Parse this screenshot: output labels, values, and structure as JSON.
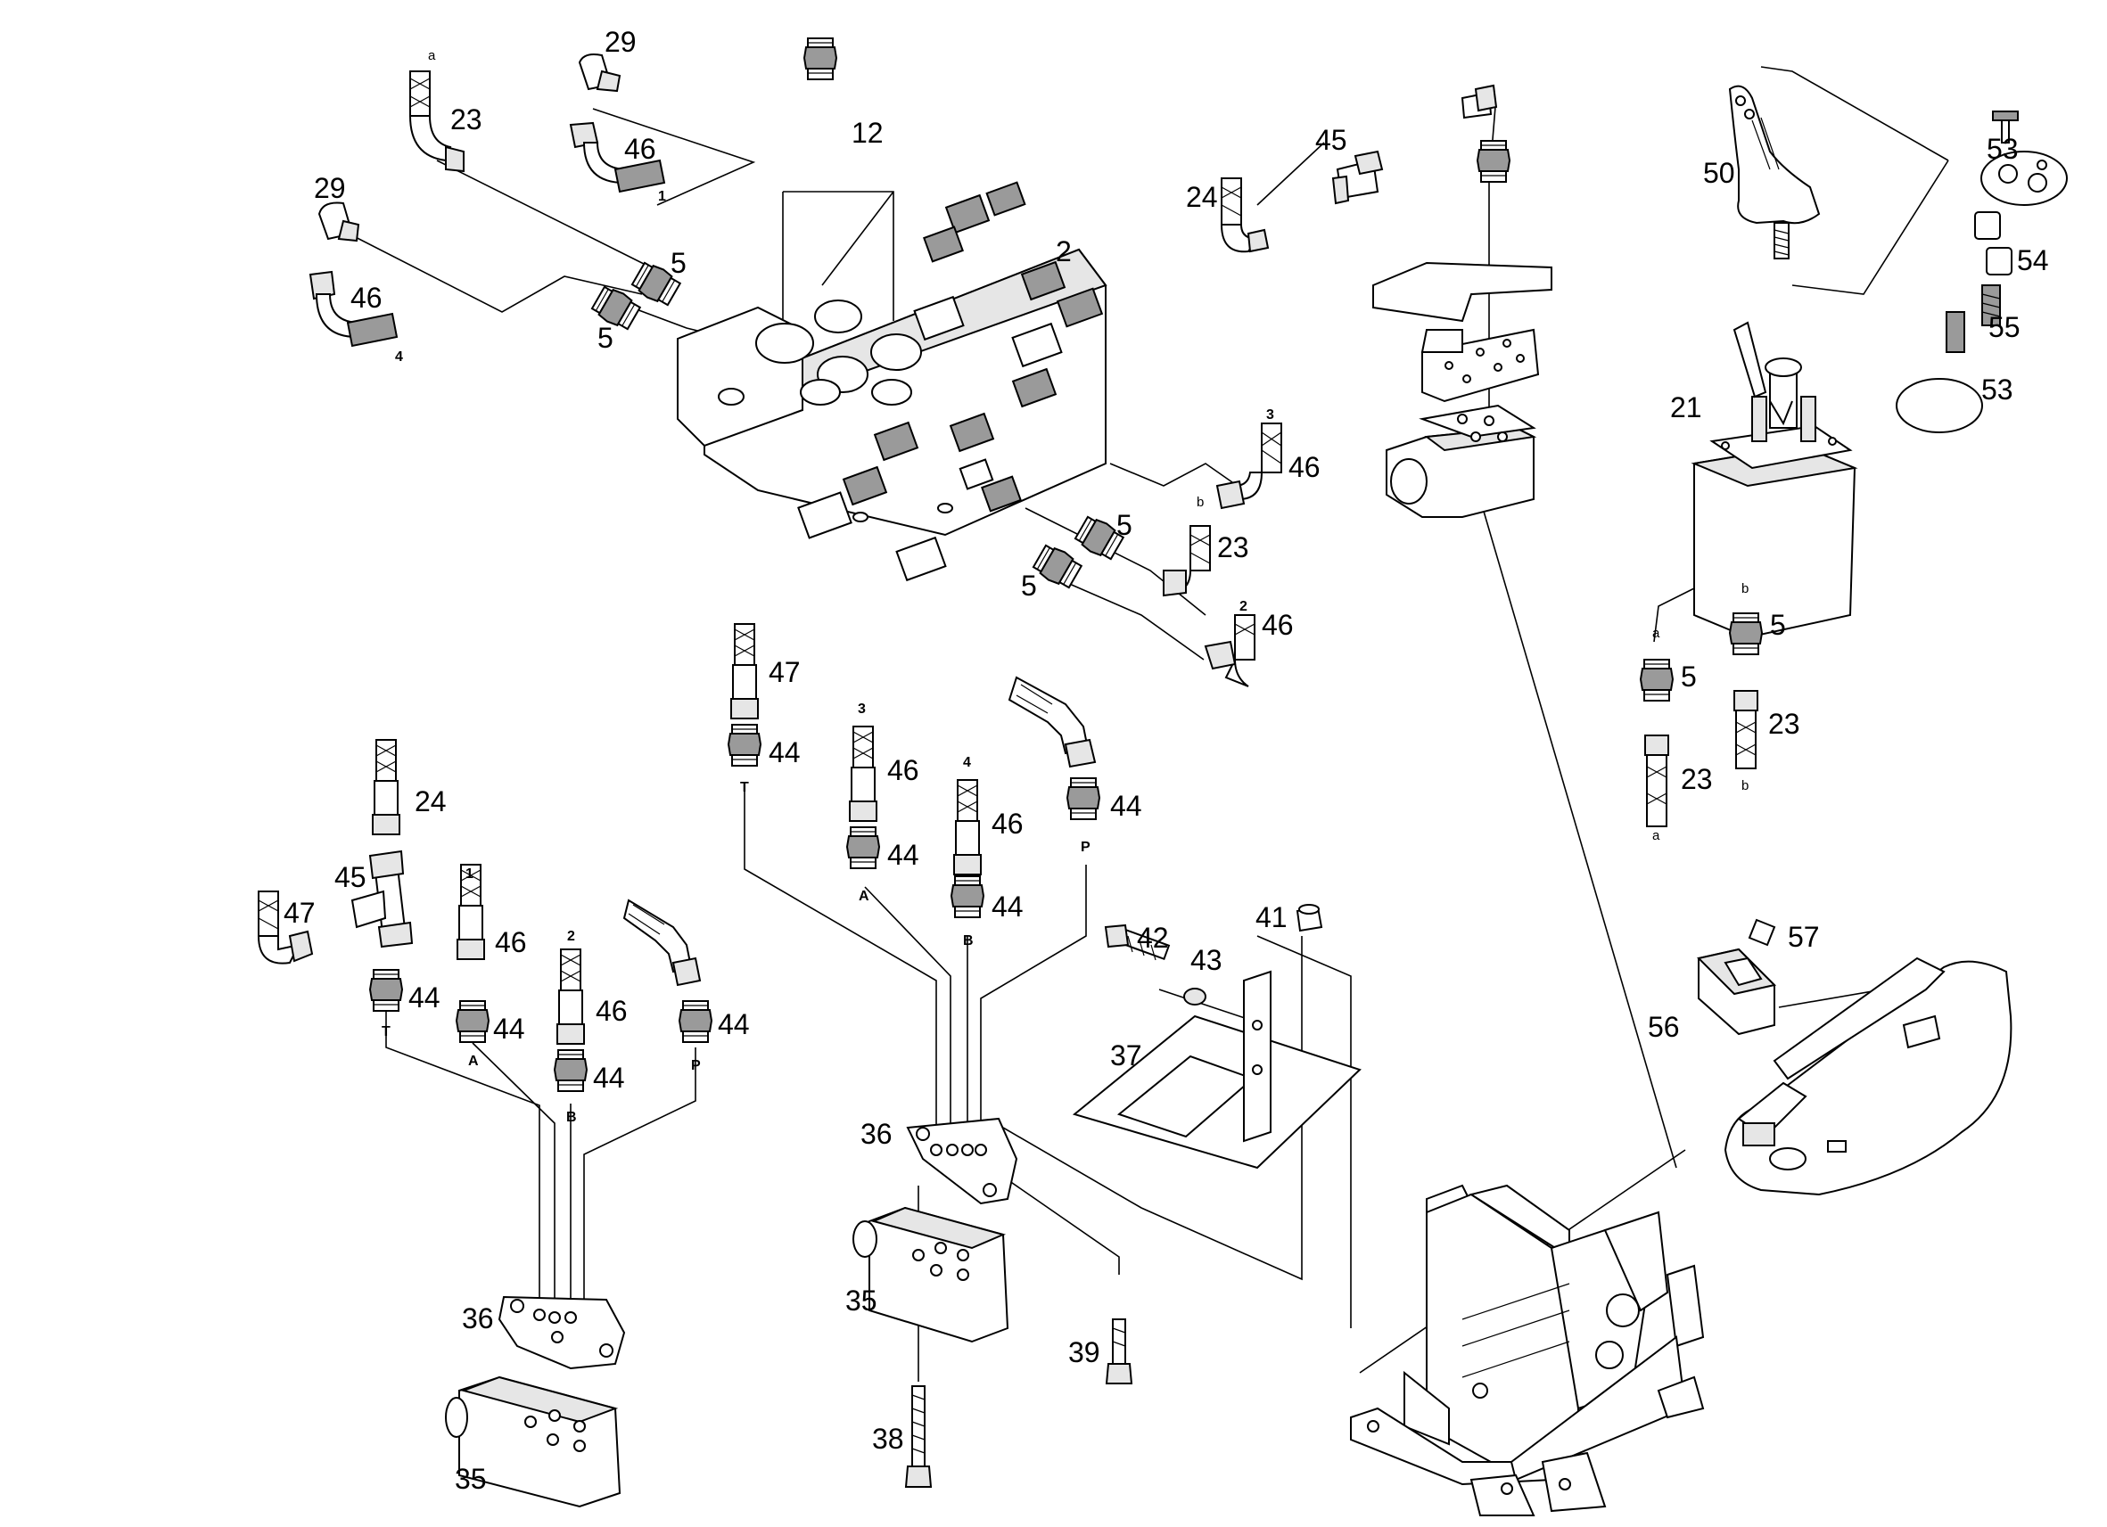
{
  "diagram": {
    "callouts": [
      {
        "id": "c1",
        "text": "29"
      },
      {
        "id": "c2",
        "text": "23"
      },
      {
        "id": "c3",
        "text": "12"
      },
      {
        "id": "c4",
        "text": "46"
      },
      {
        "id": "c5",
        "text": "29"
      },
      {
        "id": "c6",
        "text": "5"
      },
      {
        "id": "c7",
        "text": "46"
      },
      {
        "id": "c8",
        "text": "5"
      },
      {
        "id": "c9",
        "text": "2"
      },
      {
        "id": "c10",
        "text": "45"
      },
      {
        "id": "c11",
        "text": "24"
      },
      {
        "id": "c12",
        "text": "46"
      },
      {
        "id": "c13",
        "text": "5"
      },
      {
        "id": "c14",
        "text": "23"
      },
      {
        "id": "c15",
        "text": "5"
      },
      {
        "id": "c16",
        "text": "46"
      },
      {
        "id": "c17",
        "text": "50"
      },
      {
        "id": "c18",
        "text": "53"
      },
      {
        "id": "c19",
        "text": "54"
      },
      {
        "id": "c20",
        "text": "55"
      },
      {
        "id": "c21",
        "text": "53"
      },
      {
        "id": "c22",
        "text": "21"
      },
      {
        "id": "c23",
        "text": "5"
      },
      {
        "id": "c24",
        "text": "5"
      },
      {
        "id": "c25",
        "text": "23"
      },
      {
        "id": "c26",
        "text": "23"
      },
      {
        "id": "c27",
        "text": "47"
      },
      {
        "id": "c28",
        "text": "44"
      },
      {
        "id": "c29",
        "text": "46"
      },
      {
        "id": "c30",
        "text": "46"
      },
      {
        "id": "c31",
        "text": "44"
      },
      {
        "id": "c32",
        "text": "44"
      },
      {
        "id": "c33",
        "text": "44"
      },
      {
        "id": "c34",
        "text": "24"
      },
      {
        "id": "c35",
        "text": "45"
      },
      {
        "id": "c36",
        "text": "47"
      },
      {
        "id": "c37",
        "text": "46"
      },
      {
        "id": "c38",
        "text": "46"
      },
      {
        "id": "c39",
        "text": "44"
      },
      {
        "id": "c40",
        "text": "44"
      },
      {
        "id": "c41",
        "text": "44"
      },
      {
        "id": "c42",
        "text": "44"
      },
      {
        "id": "c43",
        "text": "41"
      },
      {
        "id": "c44",
        "text": "42"
      },
      {
        "id": "c45",
        "text": "43"
      },
      {
        "id": "c46",
        "text": "37"
      },
      {
        "id": "c47",
        "text": "57"
      },
      {
        "id": "c48",
        "text": "56"
      },
      {
        "id": "c49",
        "text": "36"
      },
      {
        "id": "c50",
        "text": "36"
      },
      {
        "id": "c51",
        "text": "35"
      },
      {
        "id": "c52",
        "text": "39"
      },
      {
        "id": "c53",
        "text": "35"
      },
      {
        "id": "c54",
        "text": "38"
      }
    ],
    "hose_marks": [
      {
        "id": "h1",
        "text": "1"
      },
      {
        "id": "h2",
        "text": "4"
      },
      {
        "id": "h3",
        "text": "3"
      },
      {
        "id": "h4",
        "text": "2"
      },
      {
        "id": "h5",
        "text": "3"
      },
      {
        "id": "h6",
        "text": "4"
      },
      {
        "id": "h7",
        "text": "1"
      },
      {
        "id": "h8",
        "text": "2"
      }
    ],
    "port_labels": [
      {
        "id": "p1",
        "text": "T"
      },
      {
        "id": "p2",
        "text": "A"
      },
      {
        "id": "p3",
        "text": "B"
      },
      {
        "id": "p4",
        "text": "P"
      },
      {
        "id": "p5",
        "text": "T"
      },
      {
        "id": "p6",
        "text": "A"
      },
      {
        "id": "p7",
        "text": "B"
      },
      {
        "id": "p8",
        "text": "P"
      }
    ],
    "line_ends": [
      {
        "id": "l1",
        "text": "a"
      },
      {
        "id": "l2",
        "text": "b"
      },
      {
        "id": "l3",
        "text": "b"
      },
      {
        "id": "l4",
        "text": "a"
      },
      {
        "id": "l5",
        "text": "a"
      },
      {
        "id": "l6",
        "text": "b"
      }
    ]
  }
}
